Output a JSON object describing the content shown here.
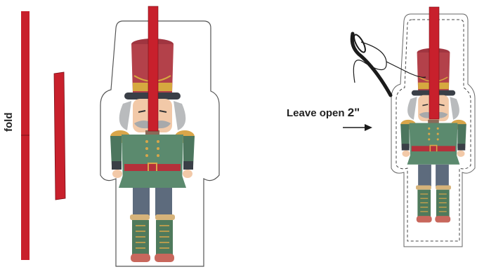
{
  "labels": {
    "fold": "fold",
    "leave_open_text": "Leave open",
    "leave_open_size": "2\""
  },
  "colors": {
    "ribbon": "#c8202c",
    "ribbon_dark": "#a5121c",
    "hat": "#b3414a",
    "hat_band": "#d6a93f",
    "face": "#f2c9a8",
    "hair": "#b9bbbd",
    "coat": "#5b8a6e",
    "coat_dark": "#416754",
    "belt": "#b5303a",
    "gold": "#d9a64a",
    "pants": "#5d6b7d",
    "boots": "#4f7a5c",
    "boot_tips": "#c8675c",
    "needle": "#1b1b1b"
  },
  "icons": [
    "needle-icon",
    "arrow-right-icon"
  ]
}
